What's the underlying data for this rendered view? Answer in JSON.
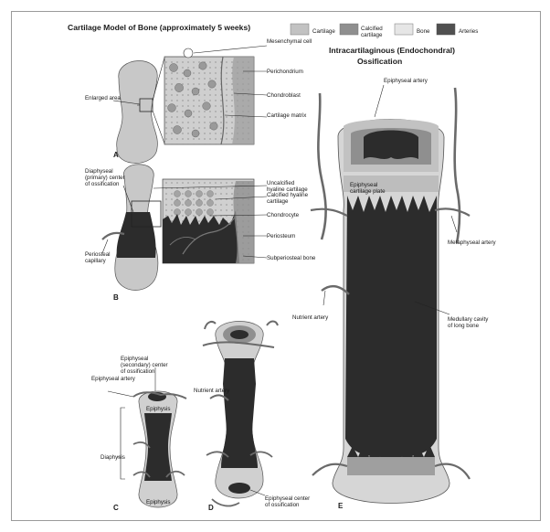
{
  "figure": {
    "title": "Cartilage Model of Bone (approximately 5 weeks)",
    "title_e_line1": "Intracartilaginous (Endochondral)",
    "title_e_line2": "Ossification",
    "colors": {
      "cartilage": "#c2c2c2",
      "calcified": "#8f8f8f",
      "bone": "#e2e2e2",
      "arteries": "#3a3a3a",
      "marrow": "#2c2c2c",
      "paper": "#ffffff"
    }
  },
  "legend": [
    {
      "label": "Cartilage",
      "color": "#c2c2c2"
    },
    {
      "label": "Calcified cartilage",
      "color": "#8f8f8f"
    },
    {
      "label": "Bone",
      "color": "#e6e6e6"
    },
    {
      "label": "Arteries",
      "color": "#505050"
    }
  ],
  "panel_letters": {
    "a": "A",
    "b": "B",
    "c": "C",
    "d": "D",
    "e": "E"
  },
  "labels": {
    "mesenchymal_cell": "Mesenchymal cell",
    "perichondrium": "Perichondrium",
    "chondroblast": "Chondroblast",
    "cartilage_matrix": "Cartilage matrix",
    "enlarged_area": "Enlarged area",
    "diaphyseal_center": "Diaphyseal (primary) center of ossification",
    "uncalcified": "Uncalcified hyaline cartilage",
    "calcified": "Calcified hyaline cartilage",
    "chondrocyte": "Chondrocyte",
    "periosteum": "Periosteum",
    "subperiosteal": "Subperiosteal bone",
    "periosteal_capillary": "Periosteal capillary",
    "epiphyseal_secondary": "Epiphyseal (secondary) center of ossification",
    "epiphyseal_artery_c": "Epiphyseal artery",
    "epiphysis_top": "Epiphysis",
    "diaphysis": "Diaphysis",
    "epiphysis_bottom": "Epiphysis",
    "nutrient_artery_d": "Nutrient artery",
    "epiphyseal_center_d": "Epiphyseal center of ossification",
    "epiphyseal_artery_e": "Epiphyseal artery",
    "epiphyseal_plate": "Epiphyseal cartilage plate",
    "metaphyseal_artery": "Metaphyseal artery",
    "nutrient_artery_e": "Nutrient artery",
    "medullary_cavity": "Medullary cavity of long bone"
  }
}
